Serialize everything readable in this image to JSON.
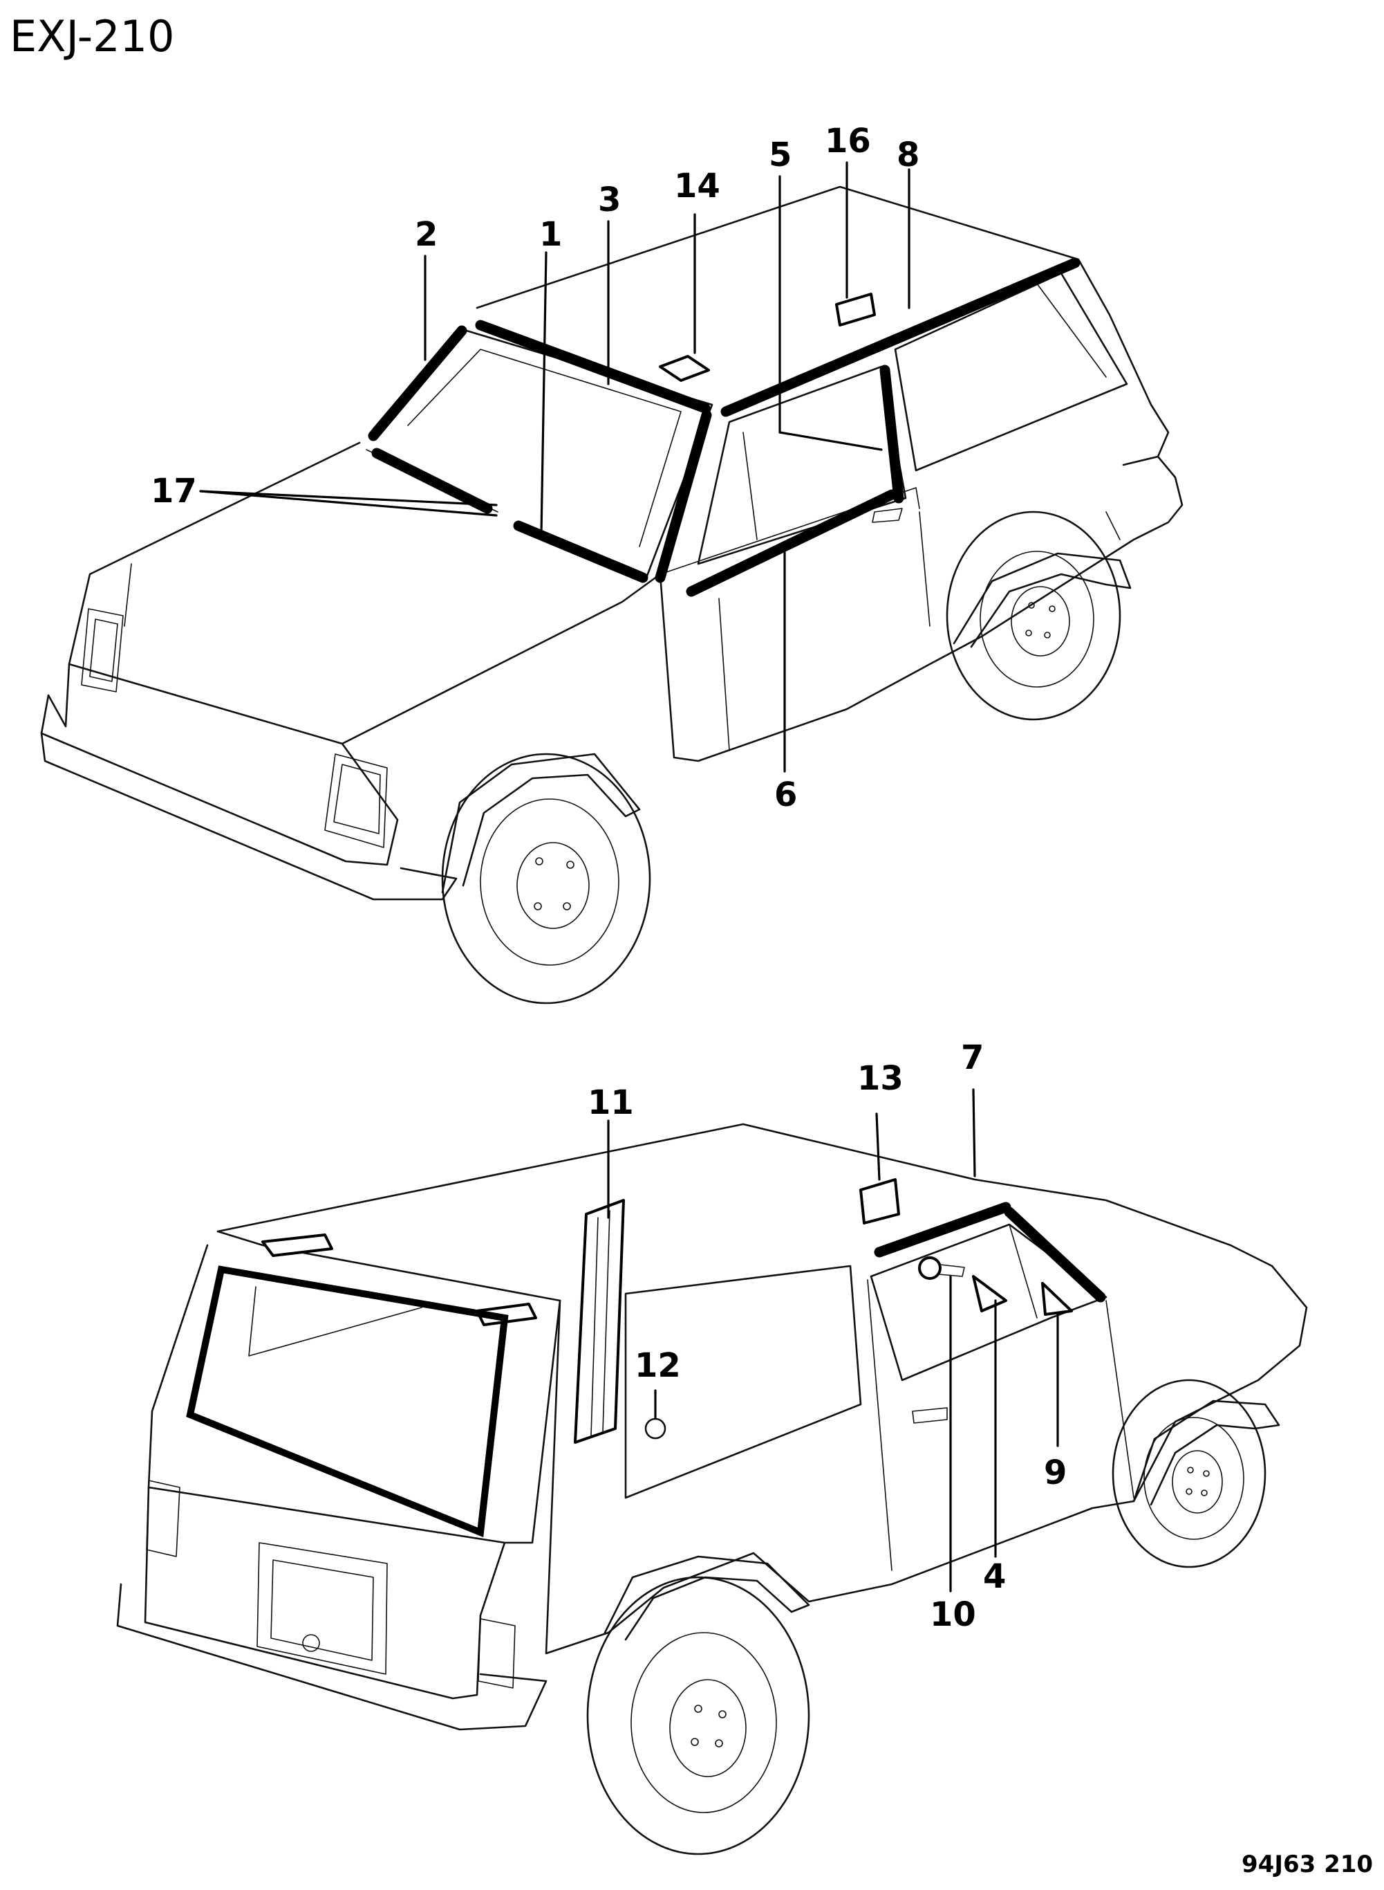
{
  "header": {
    "page_code": "EXJ-210"
  },
  "footer": {
    "ref_code": "94J63 210"
  },
  "front_view": {
    "callouts": [
      "2",
      "1",
      "3",
      "14",
      "5",
      "16",
      "8",
      "17",
      "6"
    ]
  },
  "rear_view": {
    "callouts": [
      "11",
      "13",
      "7",
      "12",
      "9",
      "4",
      "10"
    ]
  }
}
